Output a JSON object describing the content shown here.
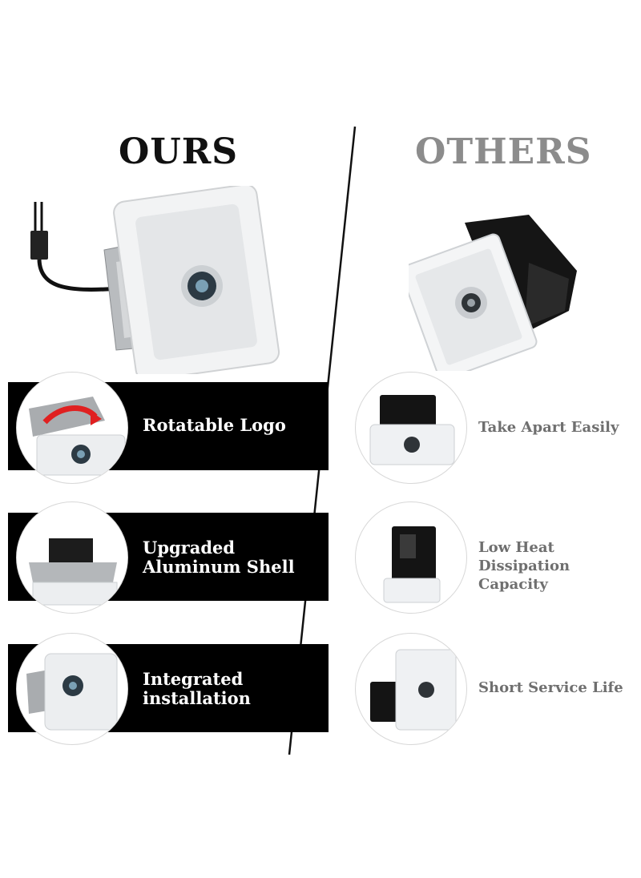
{
  "headings": {
    "ours": "OURS",
    "others": "OTHERS"
  },
  "ours_features": [
    {
      "label": "Rotatable Logo"
    },
    {
      "label": "Upgraded\nAluminum Shell"
    },
    {
      "label": "Integrated\ninstallation"
    }
  ],
  "others_features": [
    {
      "label": "Take Apart Easily"
    },
    {
      "label": "Low Heat\nDissipation Capacity"
    },
    {
      "label": "Short Service Life"
    }
  ],
  "icons": {
    "ours_product": "door-light-projector-icon",
    "others_product": "door-light-projector-icon"
  },
  "colors": {
    "band": "#000000",
    "ours_heading": "#111111",
    "others_heading": "#8c8c8c",
    "others_label": "#6f6f6f",
    "accent_arrow": "#e02020"
  }
}
